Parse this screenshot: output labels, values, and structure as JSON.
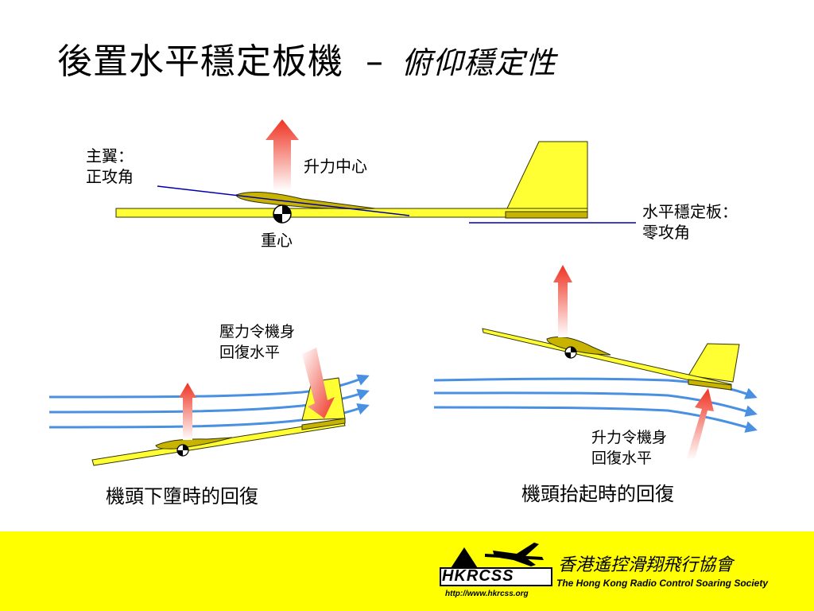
{
  "slide": {
    "title": "後置水平穩定板機",
    "title_separator": "–",
    "subtitle": "俯仰穩定性"
  },
  "labels": {
    "main_wing_line1": "主翼：",
    "main_wing_line2": "正攻角",
    "lift_center": "升力中心",
    "center_of_gravity": "重心",
    "stabilizer_line1": "水平穩定板：",
    "stabilizer_line2": "零攻角",
    "pressure_line1": "壓力令機身",
    "pressure_line2": "回復水平",
    "lift_return_line1": "升力令機身",
    "lift_return_line2": "回復水平"
  },
  "captions": {
    "nose_down": "機頭下墮時的回復",
    "nose_up": "機頭抬起時的回復"
  },
  "footer": {
    "logo_text": "HKRCSS",
    "org_name_cn": "香港遙控滑翔飛行協會",
    "org_name_en": "The Hong Kong Radio Control Soaring Society",
    "url": "http://www.hkrcss.org"
  },
  "colors": {
    "fuselage_fill": "#ffff33",
    "outline": "#333300",
    "wing_fill": "#c8b400",
    "airflow": "#4a90e2",
    "lift_arrow": "#ee4422",
    "leader_line": "#0000aa",
    "footer_bg": "#ffff00"
  }
}
